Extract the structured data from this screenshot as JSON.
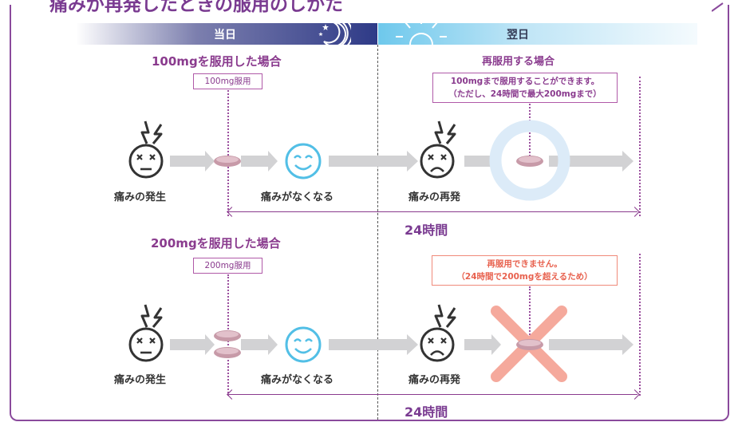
{
  "header": {
    "title": "痛みが再発したときの服用のしかた",
    "today_label": "当日",
    "tomorrow_label": "翌日",
    "today_band_color": "#2e3a87",
    "tomorrow_band_color": "#6ec8ec"
  },
  "case1": {
    "title": "100mgを服用した場合",
    "dose_tag": "100mg服用",
    "redose_title": "再服用する場合",
    "note_lines": [
      "100mgまで服用することができます。",
      "（ただし、24時間で最大200mgまで）"
    ],
    "span_label": "24時間",
    "labels": [
      "痛みの発生",
      "痛みがなくなる",
      "痛みの再発"
    ],
    "circle_color": "#dcebf8"
  },
  "case2": {
    "title": "200mgを服用した場合",
    "dose_tag": "200mg服用",
    "note_lines": [
      "再服用できません。",
      "（24時間で200mgを超えるため）"
    ],
    "span_label": "24時間",
    "labels": [
      "痛みの発生",
      "痛みがなくなる",
      "痛みの再発"
    ],
    "cross_color": "#f5a99c"
  },
  "icons": {
    "moon": "moon-stars-icon",
    "sun": "sun-icon",
    "pain_face": "dizzy-face-icon",
    "relieved_face": "smiling-face-icon",
    "recurrence_face": "sad-face-icon",
    "pill": "pill-icon",
    "cross": "cross-icon"
  }
}
